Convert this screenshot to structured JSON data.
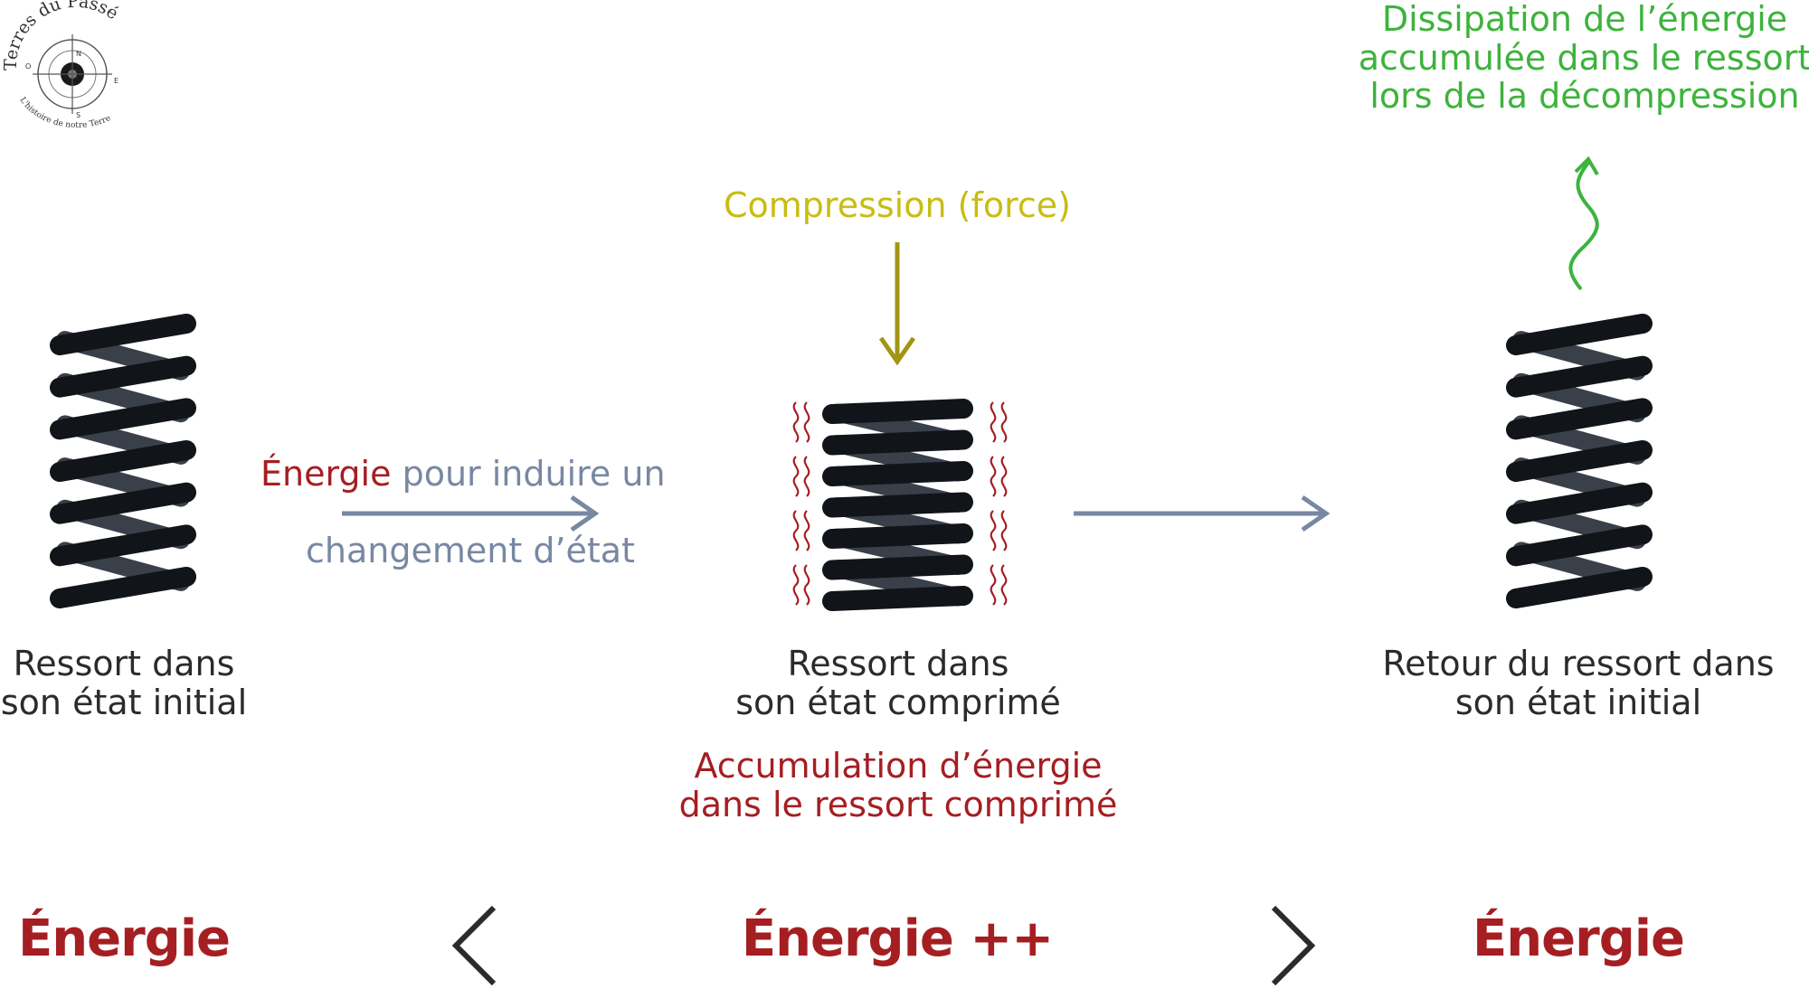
{
  "logo": {
    "text_top": "Terres du Passé",
    "text_bottom": "L'histoire de notre Terre",
    "compass": [
      "N",
      "E",
      "S",
      "O"
    ]
  },
  "stages": [
    {
      "caption_line1": "Ressort dans",
      "caption_line2": "son état initial",
      "energy_label": "Énergie"
    },
    {
      "caption_line1": "Ressort dans",
      "caption_line2": "son état comprimé",
      "accumulation_line1": "Accumulation d’énergie",
      "accumulation_line2": "dans le ressort comprimé",
      "energy_label": "Énergie ++"
    },
    {
      "caption_line1": "Retour du ressort dans",
      "caption_line2": "son état initial",
      "energy_label": "Énergie"
    }
  ],
  "transition": {
    "word_energy": "Énergie",
    "line1_rest": " pour induire un",
    "line2": "changement d’état"
  },
  "compression_label": "Compression (force)",
  "dissipation": {
    "line1": "Dissipation de l’énergie",
    "line2": "accumulée dans le ressort",
    "line3": "lors de la décompression"
  },
  "comparison": {
    "less_than": "<",
    "greater_than": ">"
  },
  "colors": {
    "coil": "#111419",
    "coil_back": "#3a4049",
    "energy_red": "#a51e22",
    "arrow_gray": "#7888a3",
    "force_olive": "#a39514",
    "dissipation_green": "#3db33c"
  }
}
